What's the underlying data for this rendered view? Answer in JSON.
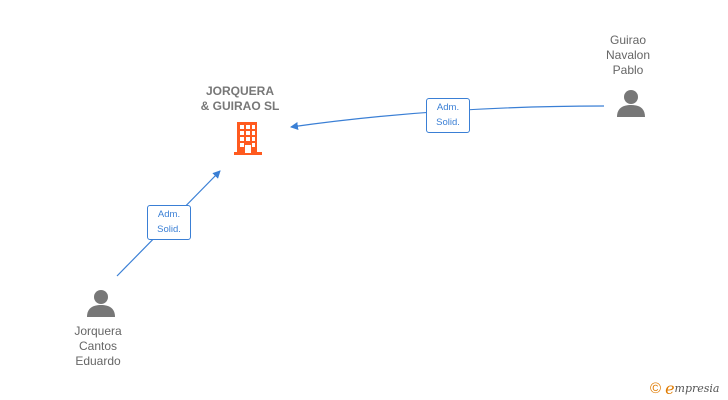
{
  "company": {
    "name": "JORQUERA\n& GUIRAO  SL",
    "icon": "building-icon",
    "color": "#ff5a1f"
  },
  "persons": [
    {
      "id": "guirao",
      "name": "Guirao\nNavalon\nPablo",
      "icon": "person-icon"
    },
    {
      "id": "jorquera",
      "name": "Jorquera\nCantos\nEduardo",
      "icon": "person-icon"
    }
  ],
  "edges": [
    {
      "from": "guirao",
      "to": "company",
      "label": "Adm.\nSolid."
    },
    {
      "from": "jorquera",
      "to": "company",
      "label": "Adm.\nSolid."
    }
  ],
  "colors": {
    "edge": "#3a7fd5",
    "icon": "#777777",
    "brand": "#e07b00"
  },
  "brand": {
    "copyright": "©",
    "initial": "e",
    "rest": "mpresia"
  }
}
